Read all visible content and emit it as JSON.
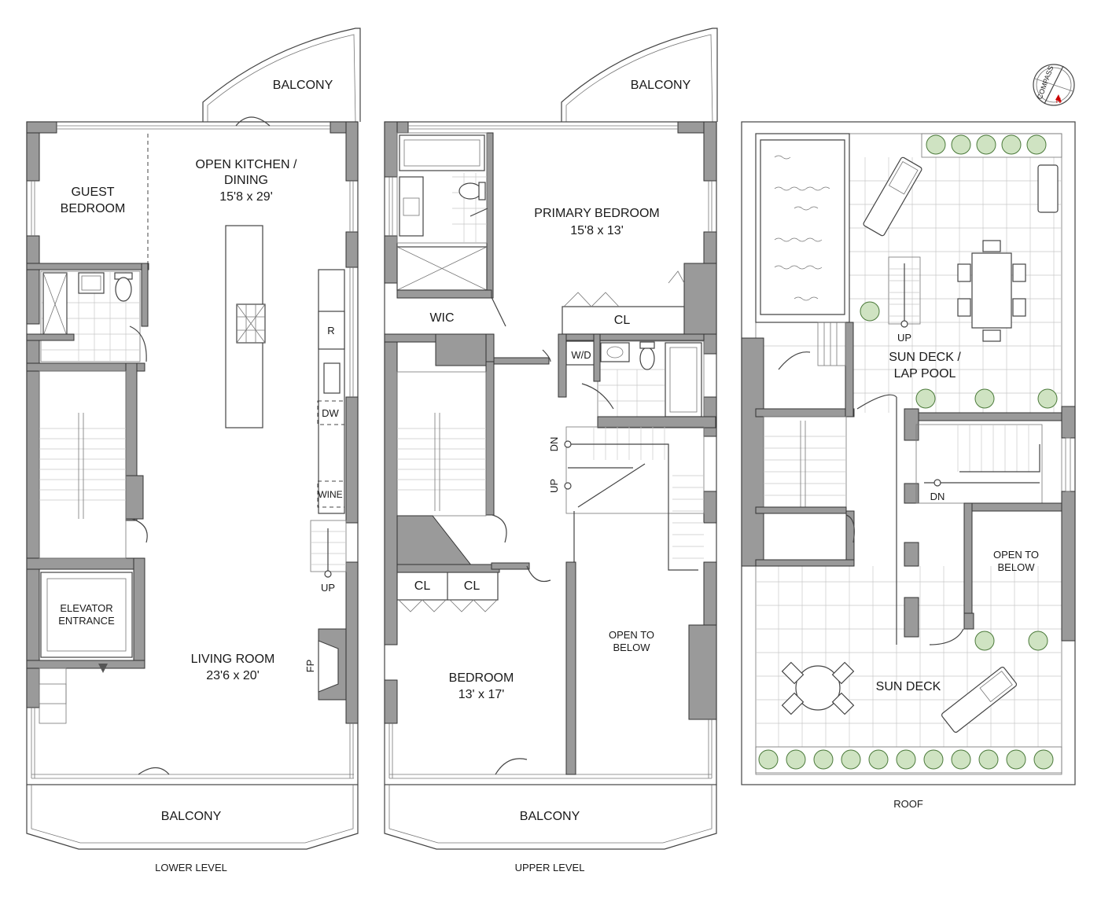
{
  "levels": {
    "lower": "LOWER LEVEL",
    "upper": "UPPER LEVEL",
    "roof": "ROOF"
  },
  "lower": {
    "balcony_top": "BALCONY",
    "kitchen_name_1": "OPEN KITCHEN /",
    "kitchen_name_2": "DINING",
    "kitchen_size": "15'8 x 29'",
    "guest_1": "GUEST",
    "guest_2": "BEDROOM",
    "fridge": "R",
    "dishwasher": "DW",
    "wine": "WINE",
    "up": "UP",
    "elevator_1": "ELEVATOR",
    "elevator_2": "ENTRANCE",
    "living_name": "LIVING ROOM",
    "living_size": "23'6 x 20'",
    "fireplace": "FP",
    "balcony_bottom": "BALCONY"
  },
  "upper": {
    "balcony_top": "BALCONY",
    "primary_name": "PRIMARY BEDROOM",
    "primary_size": "15'8 x 13'",
    "wic": "WIC",
    "closet": "CL",
    "washer_dryer": "W/D",
    "dn": "DN",
    "up": "UP",
    "cl_left": "CL",
    "cl_right": "CL",
    "open_1": "OPEN TO",
    "open_2": "BELOW",
    "bedroom_name": "BEDROOM",
    "bedroom_size": "13' x 17'",
    "balcony_bottom": "BALCONY"
  },
  "roof": {
    "compass": "COMPASS",
    "compass_n": "N",
    "up": "UP",
    "deck_pool_1": "SUN DECK /",
    "deck_pool_2": "LAP POOL",
    "dn": "DN",
    "open_1": "OPEN TO",
    "open_2": "BELOW",
    "sun_deck": "SUN DECK"
  }
}
